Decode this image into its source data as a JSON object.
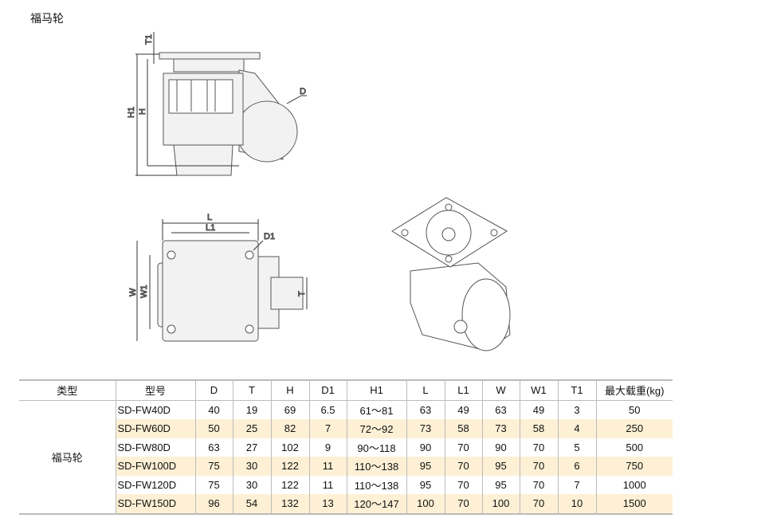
{
  "title": "福马轮",
  "drawing_labels": {
    "t1": "T1",
    "h1": "H1",
    "h": "H",
    "d": "D",
    "l": "L",
    "l1": "L1",
    "d1": "D1",
    "w": "W",
    "w1": "W1",
    "t": "T"
  },
  "table": {
    "headers": [
      "类型",
      "型号",
      "D",
      "T",
      "H",
      "D1",
      "H1",
      "L",
      "L1",
      "W",
      "W1",
      "T1",
      "最大载重(kg)"
    ],
    "type": "福马轮",
    "rows": [
      [
        "SD-FW40D",
        "40",
        "19",
        "69",
        "6.5",
        "61～81",
        "63",
        "49",
        "63",
        "49",
        "3",
        "50"
      ],
      [
        "SD-FW60D",
        "50",
        "25",
        "82",
        "7",
        "72～92",
        "73",
        "58",
        "73",
        "58",
        "4",
        "250"
      ],
      [
        "SD-FW80D",
        "63",
        "27",
        "102",
        "9",
        "90～118",
        "90",
        "70",
        "90",
        "70",
        "5",
        "500"
      ],
      [
        "SD-FW100D",
        "75",
        "30",
        "122",
        "11",
        "110～138",
        "95",
        "70",
        "95",
        "70",
        "6",
        "750"
      ],
      [
        "SD-FW120D",
        "75",
        "30",
        "122",
        "11",
        "110～138",
        "95",
        "70",
        "95",
        "70",
        "7",
        "1000"
      ],
      [
        "SD-FW150D",
        "96",
        "54",
        "132",
        "13",
        "120～147",
        "100",
        "70",
        "100",
        "70",
        "10",
        "1500"
      ]
    ]
  }
}
